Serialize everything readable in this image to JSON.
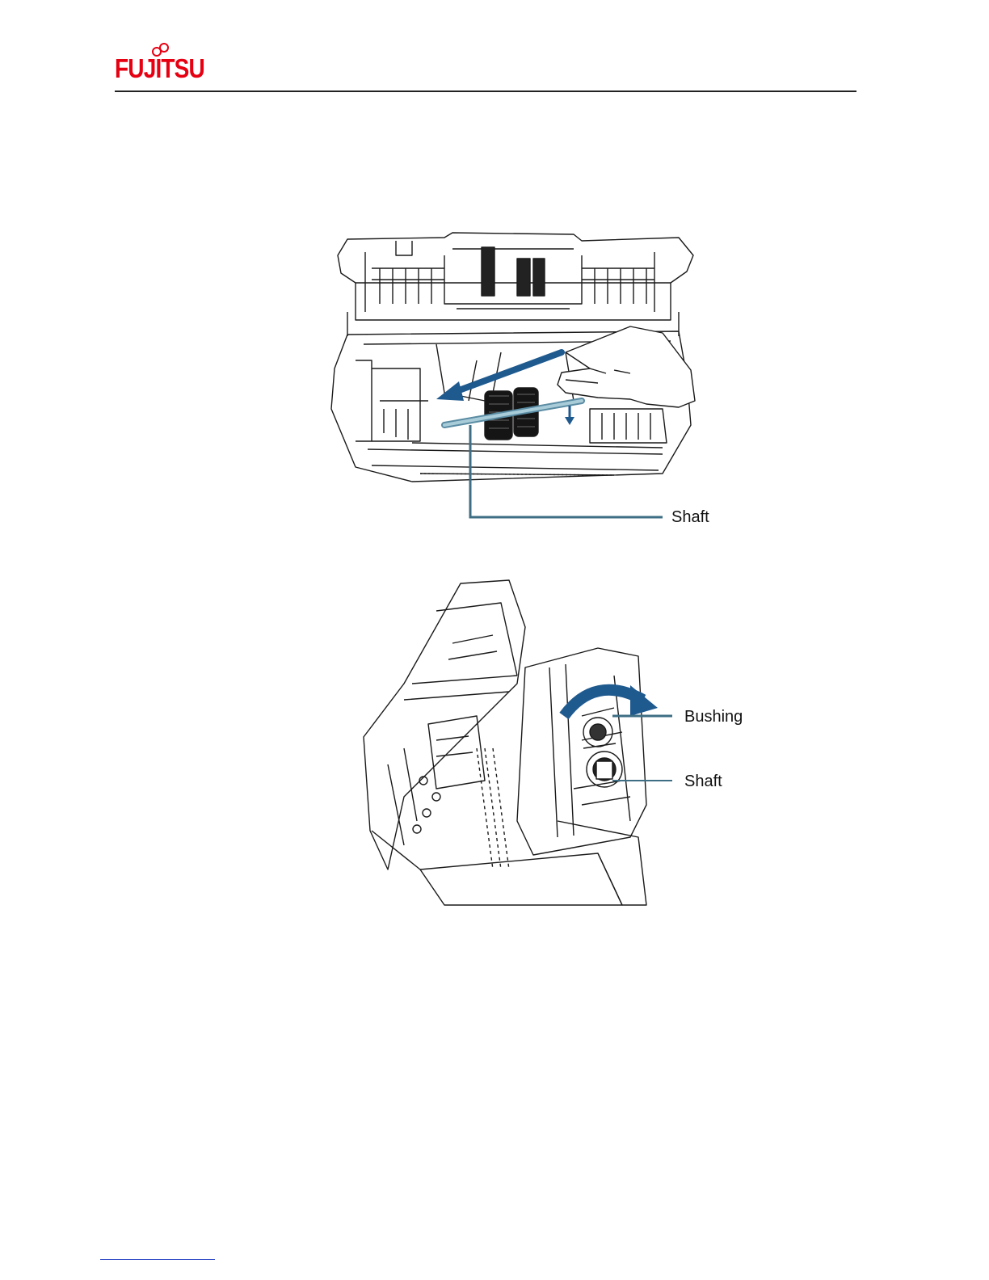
{
  "header": {
    "brand": "FUJITSU",
    "brand_color": "#e60012"
  },
  "figures": [
    {
      "id": "figure-1",
      "labels": {
        "shaft": "Shaft"
      }
    },
    {
      "id": "figure-2",
      "labels": {
        "bushing": "Bushing",
        "shaft": "Shaft"
      }
    }
  ],
  "colors": {
    "arrow_blue": "#1f5a8f",
    "leader_line": "#3d6e84",
    "line_art": "#1a1a1a"
  }
}
